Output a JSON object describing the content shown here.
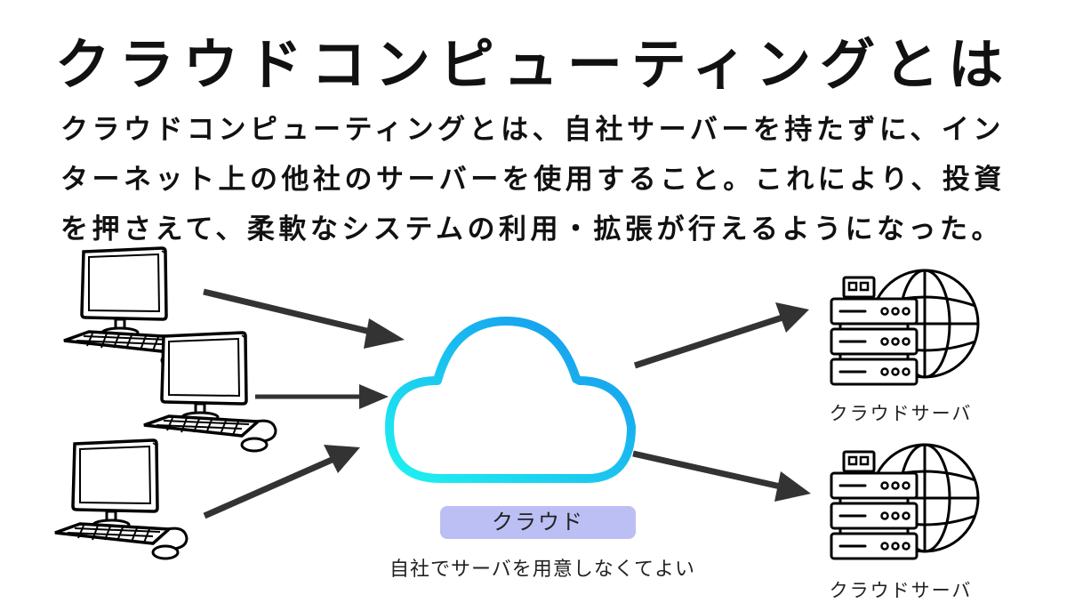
{
  "title": "クラウドコンピューティングとは",
  "description": {
    "lines": [
      "クラウドコンピューティングとは、自社サーバーを持たずに、イン",
      "ターネット上の他社のサーバーを使用すること。これにより、投資",
      "を押さえて、柔軟なシステムの利用・拡張が行えるようになった。"
    ]
  },
  "diagram": {
    "clients": [
      {
        "icon": "desktop-computer-icon"
      },
      {
        "icon": "desktop-computer-icon"
      },
      {
        "icon": "desktop-computer-icon"
      }
    ],
    "cloud": {
      "icon": "cloud-icon",
      "label": "クラウド",
      "note": "自社でサーバを用意しなくてよい",
      "gradient_start": "#1ff2f0",
      "gradient_end": "#1591ee"
    },
    "servers": [
      {
        "icon": "server-globe-icon",
        "label": "クラウドサーバ"
      },
      {
        "icon": "server-globe-icon",
        "label": "クラウドサーバ"
      }
    ],
    "colors": {
      "arrow": "#333333",
      "label_bg": "#bcbff4",
      "text": "#111111"
    }
  }
}
